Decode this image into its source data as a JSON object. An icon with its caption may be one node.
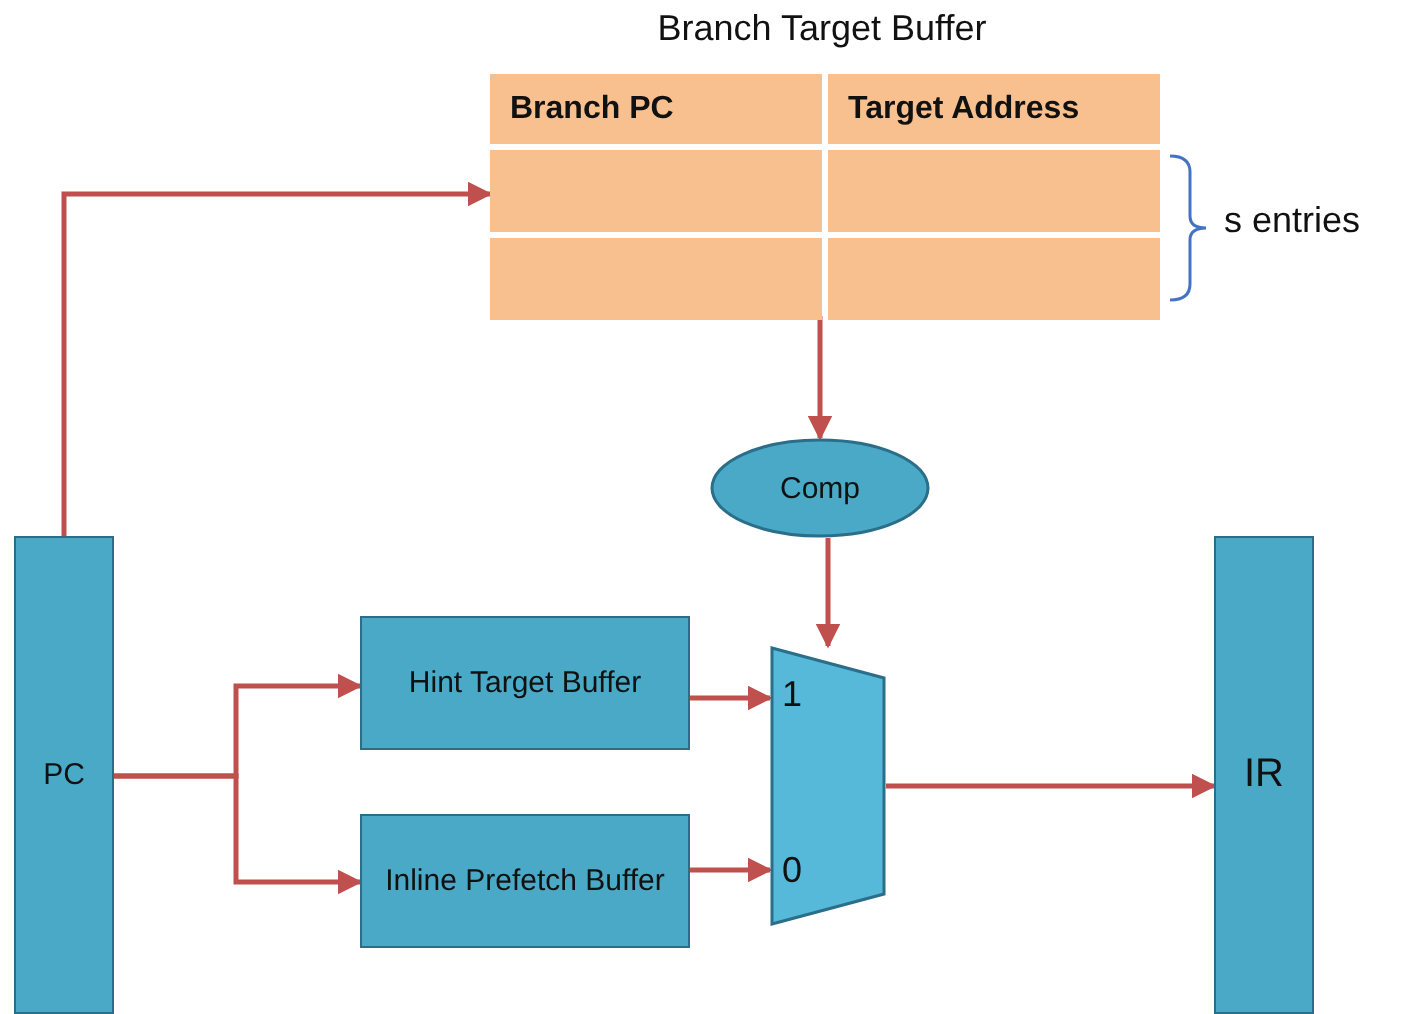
{
  "diagram": {
    "nodes": [
      {
        "text": [
          "Branch Target Buffer",
          "Branch PC",
          "Target Address"
        ]
      },
      {
        "text": [
          "Comp"
        ]
      },
      {
        "text": [
          "PC"
        ]
      },
      {
        "text": [
          "Hint Target Buffer"
        ]
      },
      {
        "text": [
          "Inline Prefetch Buffer"
        ]
      },
      {
        "text": [
          "1",
          "0"
        ]
      },
      {
        "text": [
          "IR"
        ]
      }
    ],
    "edges": [
      {
        "from": 2,
        "to": 0,
        "arrow": "to"
      },
      {
        "from": 0,
        "to": 1,
        "arrow": "to"
      },
      {
        "from": 1,
        "to": 5,
        "arrow": "to"
      },
      {
        "from": 2,
        "to": 3,
        "arrow": "to"
      },
      {
        "from": 2,
        "to": 4,
        "arrow": "to"
      },
      {
        "from": 3,
        "to": 5,
        "arrow": "to"
      },
      {
        "from": 4,
        "to": 5,
        "arrow": "to"
      },
      {
        "from": 5,
        "to": 6,
        "arrow": "to"
      }
    ],
    "labels": [
      "s entries"
    ]
  }
}
